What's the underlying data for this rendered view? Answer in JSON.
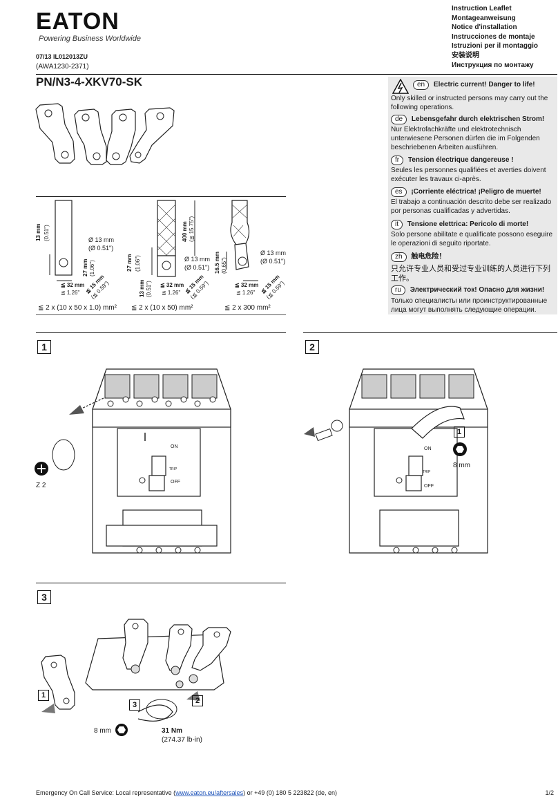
{
  "header": {
    "logo": "EATON",
    "tagline": "Powering Business Worldwide",
    "doc_code": "07/13 IL012013ZU",
    "awa": "(AWA1230-2371)",
    "title": "PN/N3-4-XKV70-SK",
    "leaflet_titles": [
      "Instruction Leaflet",
      "Montageanweisung",
      "Notice d'installation",
      "Instrucciones de montaje",
      "Istruzioni per il montaggio",
      "安装说明",
      "Инструкция по монтажу"
    ]
  },
  "warnings": [
    {
      "lang": "en",
      "head": "Electric current! Danger to life!",
      "body": "Only skilled or instructed persons may carry out the following operations."
    },
    {
      "lang": "de",
      "head": "Lebensgefahr durch elektrischen Strom!",
      "body": "Nur Elektrofachkräfte und elektrotechnisch unterwiesene Personen dürfen die im Folgenden beschriebenen Arbeiten ausführen."
    },
    {
      "lang": "fr",
      "head": "Tension électrique dangereuse !",
      "body": "Seules les personnes qualifiées et averties doivent exécuter les travaux ci-après."
    },
    {
      "lang": "es",
      "head": "¡Corriente eléctrica! ¡Peligro de muerte!",
      "body": "El trabajo a continuación descrito debe ser realizado por personas cualificadas y advertidas."
    },
    {
      "lang": "it",
      "head": "Tensione elettrica: Pericolo di morte!",
      "body": "Solo persone abilitate e qualificate possono eseguire le operazioni di seguito riportate."
    },
    {
      "lang": "zh",
      "head": "触电危险！",
      "body": "只允许专业人员和受过专业训练的人员进行下列工作。"
    },
    {
      "lang": "ru",
      "head": "Электрический ток! Опасно для жизни!",
      "body": "Только специалисты или проинструктированные лица могут выполнять следующие операции."
    }
  ],
  "specs": {
    "d1": {
      "h": "13 mm",
      "h_in": "(0.51\")",
      "d": "Ø 13 mm",
      "d_in": "(Ø 0.51\")",
      "len": "27 mm",
      "len_in": "(1.06\")",
      "w": "≦ 32 mm",
      "w_in": "≦ 1.26\"",
      "t": "≦ 15 mm",
      "t_in": "(≦ 0.59\")",
      "caption": "≦ 2 x (10 x 50 x 1.0) mm²"
    },
    "d2": {
      "l400": "400 mm",
      "l400_in": "(≦ 15.75\")",
      "len": "27 mm",
      "len_in": "(1.06\")",
      "d": "Ø 13 mm",
      "d_in": "(Ø 0.51\")",
      "h": "13 mm",
      "h_in": "(0.51\")",
      "w": "≦ 32 mm",
      "w_in": "≦ 1.26\"",
      "t": "≦ 15 mm",
      "t_in": "(≦ 0.59\")",
      "caption": "≦ 2 x (10 x 50) mm²"
    },
    "d3": {
      "h": "16.5 mm",
      "h_in": "(0.65\")",
      "d": "Ø 13 mm",
      "d_in": "(Ø 0.51\")",
      "w": "≦ 32 mm",
      "w_in": "≦ 1.26\"",
      "t": "≦ 15 mm",
      "t_in": "(≦ 0.59\")",
      "caption": "≦ 2 x 300 mm²"
    }
  },
  "steps": {
    "s1": {
      "num": "1",
      "tool": "Z 2",
      "on": "ON",
      "off": "OFF",
      "trip": "TRIP"
    },
    "s2": {
      "num": "2",
      "callout": "1",
      "wrench": "8 mm",
      "on": "ON",
      "off": "OFF",
      "trip": "TRIP"
    },
    "s3": {
      "num": "3",
      "c1": "1",
      "c2": "2",
      "c3": "3",
      "wrench": "8 mm",
      "torque": "31 Nm",
      "torque_in": "(274.37 lb-in)"
    }
  },
  "footer": {
    "prefix": "Emergency On Call Service: Local representative (",
    "link": "www.eaton.eu/aftersales",
    "suffix": ") or +49 (0) 180 5 223822 (de, en)",
    "page": "1/2"
  }
}
